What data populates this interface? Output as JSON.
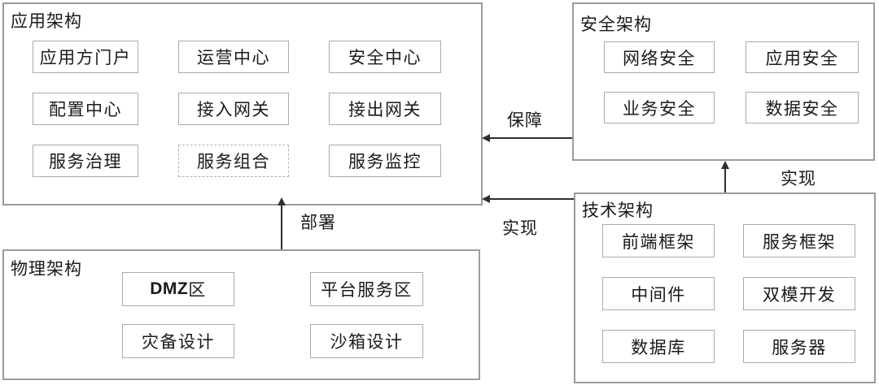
{
  "diagram": {
    "sections": {
      "application": {
        "title": "应用架构",
        "boxes": [
          {
            "label": "应用方门户",
            "border": "solid"
          },
          {
            "label": "运营中心",
            "border": "solid"
          },
          {
            "label": "安全中心",
            "border": "solid"
          },
          {
            "label": "配置中心",
            "border": "solid"
          },
          {
            "label": "接入网关",
            "border": "solid"
          },
          {
            "label": "接出网关",
            "border": "solid"
          },
          {
            "label": "服务治理",
            "border": "solid"
          },
          {
            "label": "服务组合",
            "border": "dashed"
          },
          {
            "label": "服务监控",
            "border": "solid"
          }
        ]
      },
      "security": {
        "title": "安全架构",
        "boxes": [
          {
            "label": "网络安全",
            "border": "solid"
          },
          {
            "label": "应用安全",
            "border": "solid"
          },
          {
            "label": "业务安全",
            "border": "solid"
          },
          {
            "label": "数据安全",
            "border": "solid"
          }
        ]
      },
      "technology": {
        "title": "技术架构",
        "boxes": [
          {
            "label": "前端框架",
            "border": "solid"
          },
          {
            "label": "服务框架",
            "border": "solid"
          },
          {
            "label": "中间件",
            "border": "solid"
          },
          {
            "label": "双模开发",
            "border": "solid"
          },
          {
            "label": "数据库",
            "border": "solid"
          },
          {
            "label": "服务器",
            "border": "solid"
          }
        ]
      },
      "physical": {
        "title": "物理架构",
        "boxes": [
          {
            "label": "DMZ区",
            "label_parts": [
              "DMZ",
              "区"
            ],
            "border": "solid"
          },
          {
            "label": "平台服务区",
            "border": "solid"
          },
          {
            "label": "灾备设计",
            "border": "solid"
          },
          {
            "label": "沙箱设计",
            "border": "solid"
          }
        ]
      }
    },
    "arrows": [
      {
        "label": "保障",
        "from": "安全架构",
        "to": "应用架构",
        "direction": "left"
      },
      {
        "label": "实现",
        "from": "技术架构",
        "to": "安全架构",
        "direction": "up"
      },
      {
        "label": "实现",
        "from": "技术架构",
        "to": "应用架构",
        "direction": "left"
      },
      {
        "label": "部署",
        "from": "物理架构",
        "to": "应用架构",
        "direction": "up"
      }
    ],
    "colors": {
      "background": "#ffffff",
      "panel_border": "#9c9c9c",
      "box_border": "#ababab",
      "dashed_box_border": "#b3b3b3",
      "arrow": "#2e2e2e",
      "text": "#1a1a1a"
    }
  }
}
